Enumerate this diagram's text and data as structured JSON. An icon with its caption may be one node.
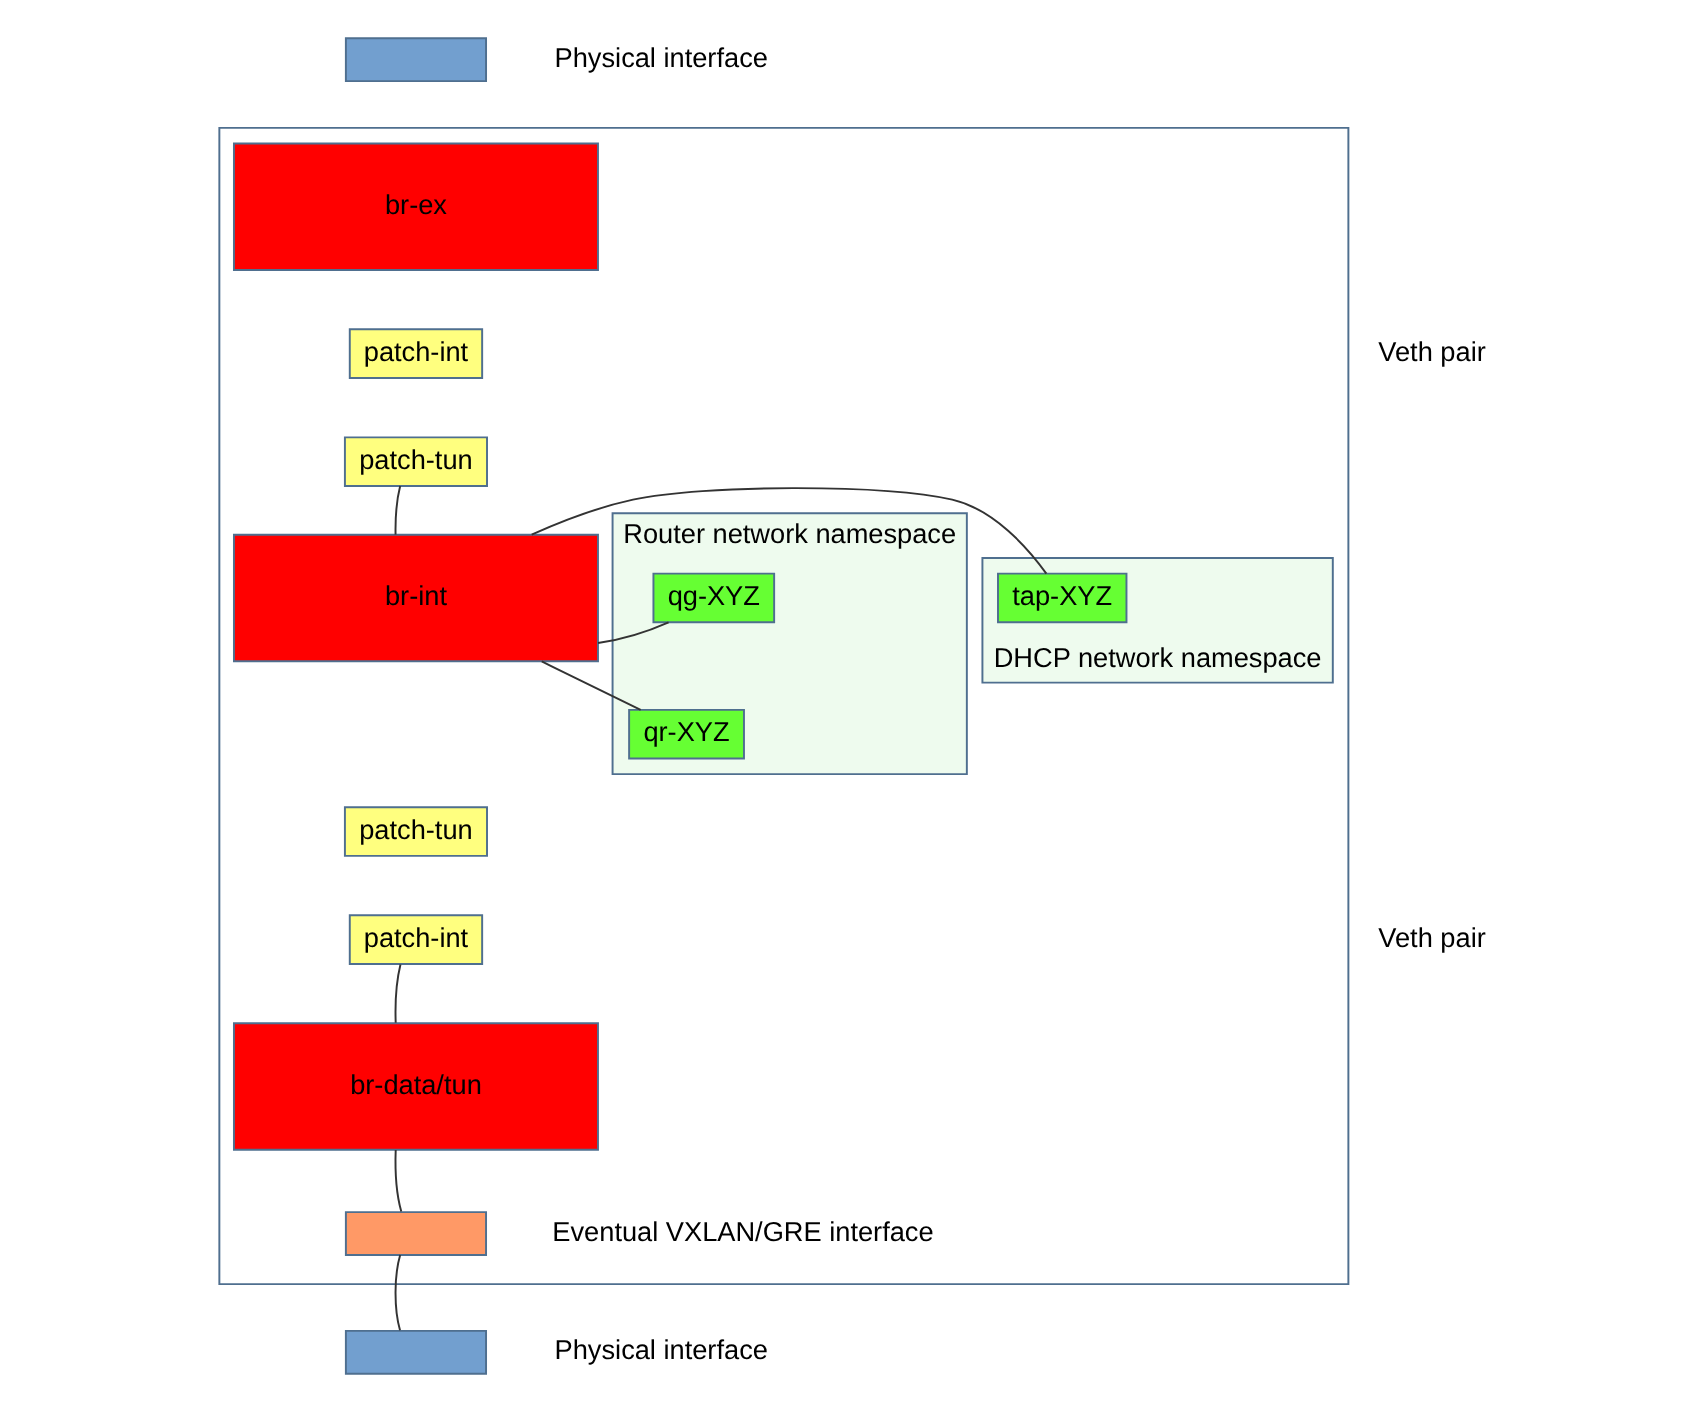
{
  "diagram": {
    "nodes": [
      {
        "text": [],
        "shape": "box"
      },
      {
        "text": [],
        "shape": "bar",
        "beside": [
          "Physical interface"
        ]
      },
      {
        "text": [
          "br-ex"
        ],
        "in": 0
      },
      {
        "text": [
          "patch-int"
        ],
        "in": 0
      },
      {
        "text": [
          "patch-tun"
        ],
        "in": 0
      },
      {
        "text": [
          "Router network namespace"
        ],
        "in": 0
      },
      {
        "text": [
          "qg-XYZ"
        ],
        "in": 5
      },
      {
        "text": [
          "qr-XYZ"
        ],
        "in": 5
      },
      {
        "text": [
          "br-int"
        ],
        "in": 0
      },
      {
        "text": [
          "DHCP network namespace"
        ],
        "in": 0
      },
      {
        "text": [
          "tap-XYZ"
        ],
        "in": 9
      },
      {
        "text": [
          "patch-tun"
        ],
        "in": 0
      },
      {
        "text": [
          "patch-int"
        ],
        "in": 0
      },
      {
        "text": [
          "br-data/tun"
        ],
        "in": 0
      },
      {
        "text": [],
        "shape": "bar",
        "in": 0,
        "beside": [
          "Eventual VXLAN/GRE interface"
        ]
      },
      {
        "text": [],
        "shape": "bar",
        "beside": [
          "Physical interface"
        ]
      }
    ],
    "edges": [
      {
        "from": 6,
        "to": 8,
        "arrow": "none"
      },
      {
        "from": 7,
        "to": 8,
        "arrow": "none"
      },
      {
        "from": 8,
        "to": 10,
        "arrow": "none"
      },
      {
        "from": 4,
        "to": 8,
        "arrow": "none"
      },
      {
        "from": 12,
        "to": 13,
        "arrow": "none"
      },
      {
        "from": 13,
        "to": 14,
        "arrow": "none"
      },
      {
        "from": 14,
        "to": 15,
        "arrow": "none"
      }
    ],
    "labels": [
      "Veth pair",
      "Veth pair"
    ]
  }
}
